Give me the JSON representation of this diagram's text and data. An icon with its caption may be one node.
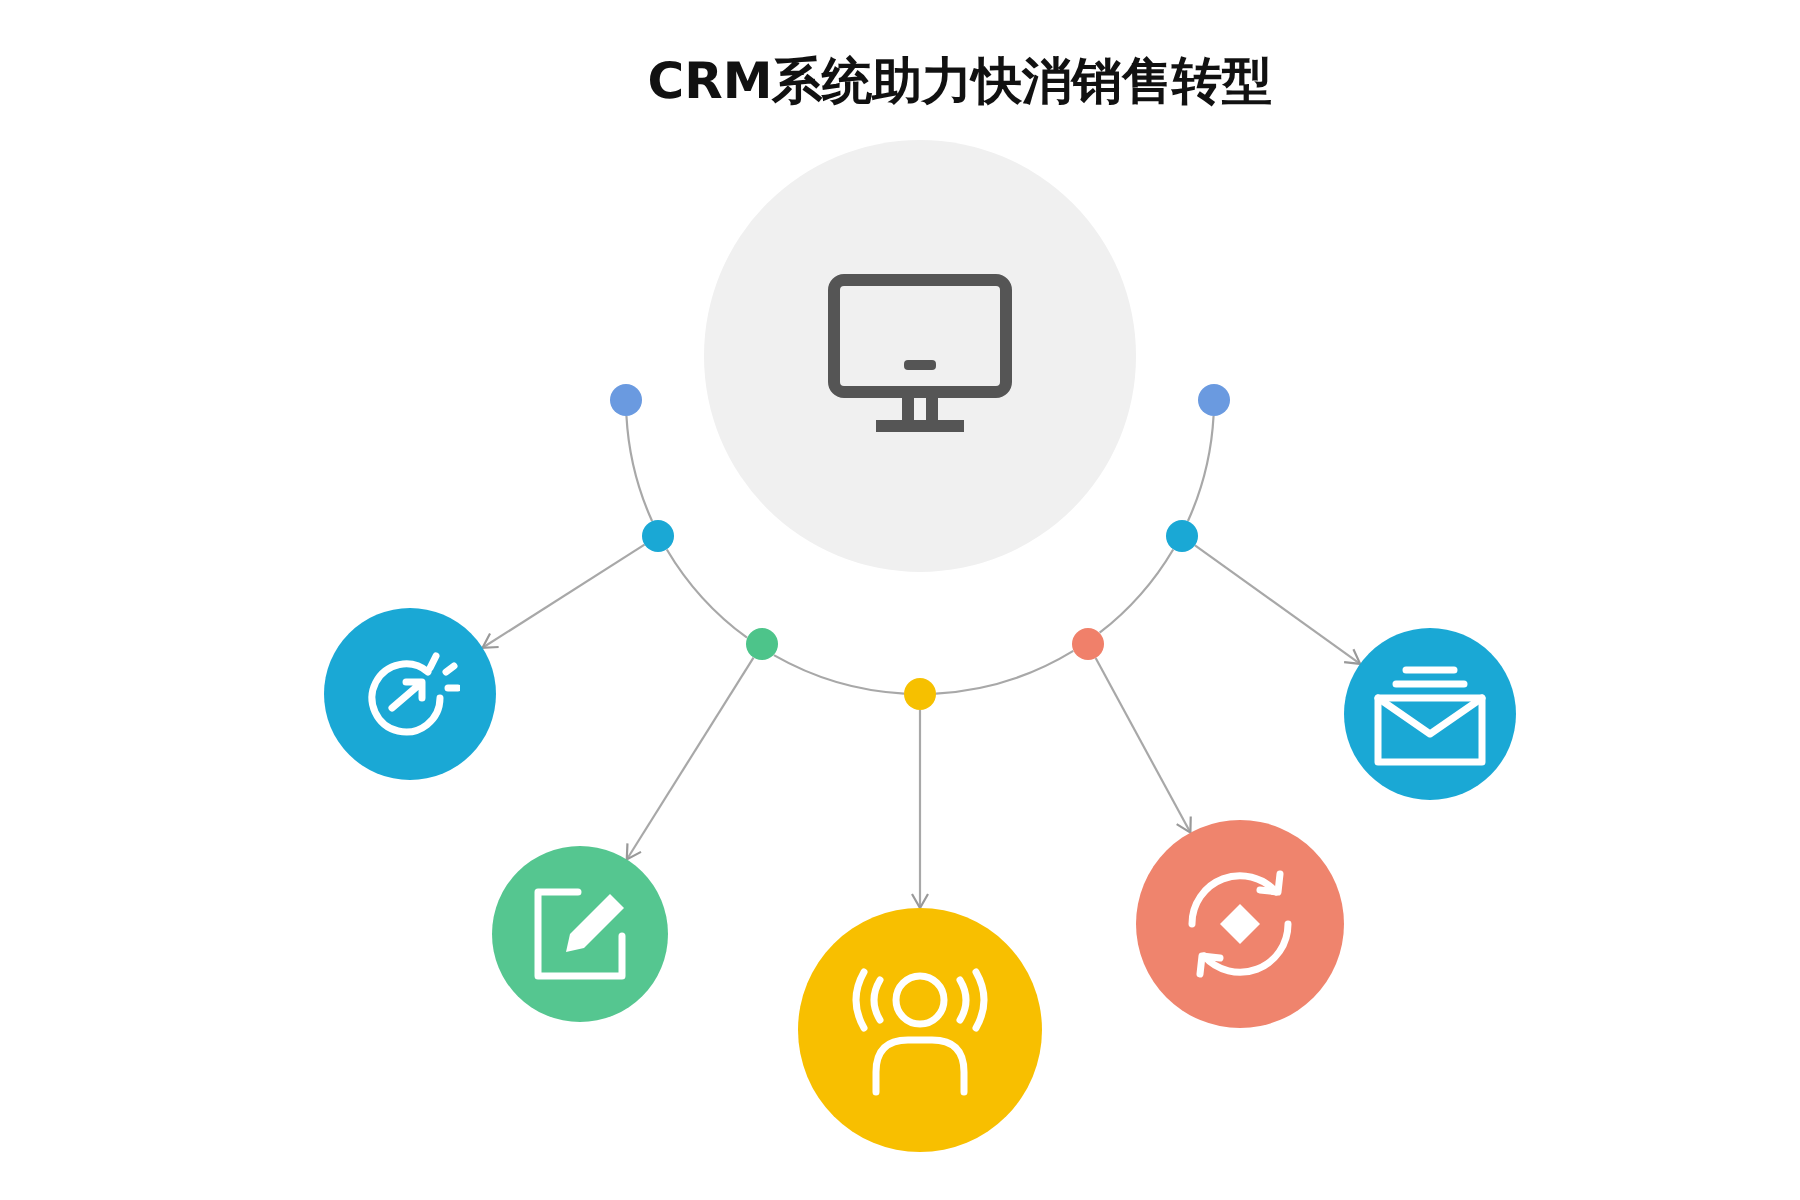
{
  "diagram": {
    "title": "CRM系统助力快消销售转型",
    "nodes": [
      {
        "text": [],
        "shape": "circle"
      },
      {
        "text": [],
        "shape": "circle"
      },
      {
        "text": [],
        "shape": "circle"
      },
      {
        "text": [],
        "shape": "circle"
      },
      {
        "text": [],
        "shape": "circle"
      },
      {
        "text": [],
        "shape": "circle"
      },
      {
        "text": [],
        "shape": "circle"
      },
      {
        "text": [],
        "shape": "circle"
      },
      {
        "text": [],
        "shape": "circle"
      },
      {
        "text": [],
        "shape": "circle"
      },
      {
        "text": [],
        "shape": "circle"
      },
      {
        "text": [],
        "shape": "circle"
      },
      {
        "text": [],
        "shape": "circle"
      }
    ],
    "edges": [
      {
        "from": 1,
        "to": 2,
        "arrow": "none"
      },
      {
        "from": 2,
        "to": 3,
        "arrow": "none"
      },
      {
        "from": 3,
        "to": 4,
        "arrow": "none"
      },
      {
        "from": 4,
        "to": 5,
        "arrow": "none"
      },
      {
        "from": 5,
        "to": 6,
        "arrow": "none"
      },
      {
        "from": 6,
        "to": 7,
        "arrow": "none"
      },
      {
        "from": 2,
        "to": 8,
        "arrow": "to"
      },
      {
        "from": 3,
        "to": 9,
        "arrow": "to"
      },
      {
        "from": 4,
        "to": 10,
        "arrow": "to"
      },
      {
        "from": 5,
        "to": 11,
        "arrow": "to"
      },
      {
        "from": 6,
        "to": 12,
        "arrow": "to"
      }
    ]
  }
}
